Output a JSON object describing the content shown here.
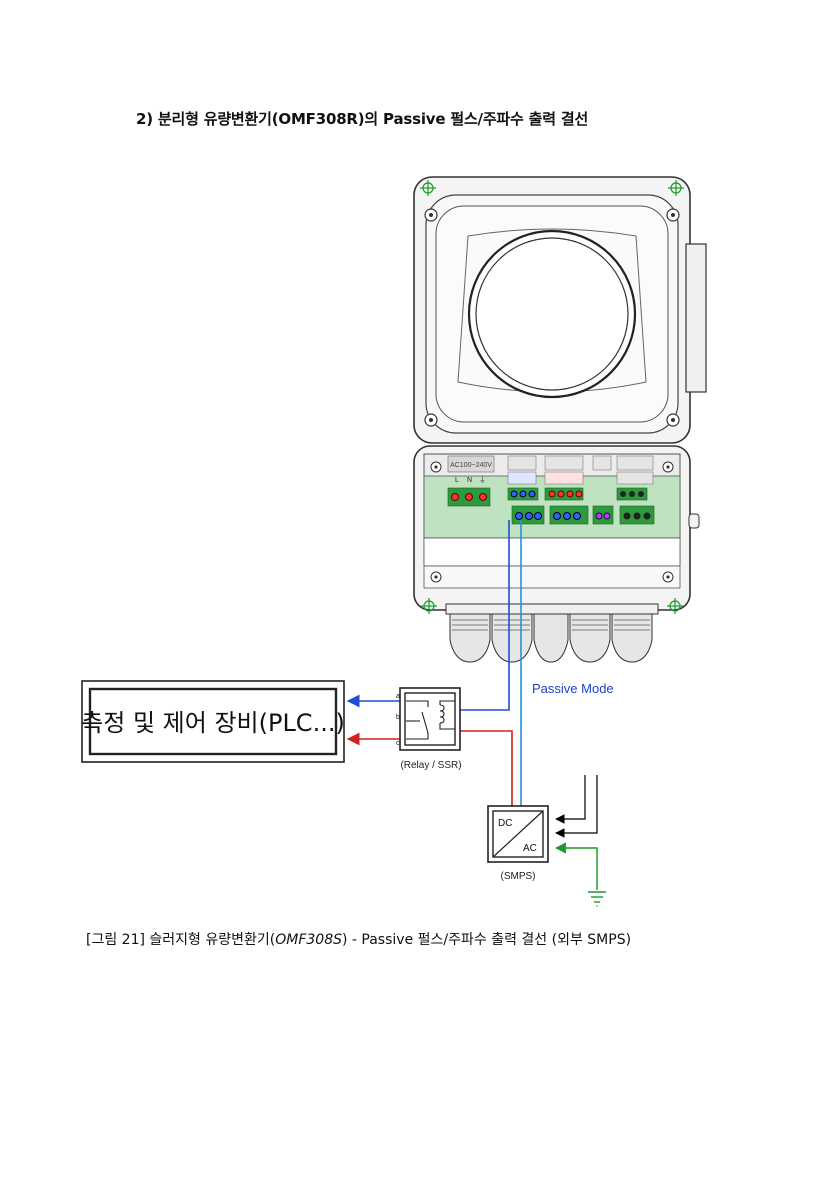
{
  "heading": "2) 분리형 유량변환기(OMF308R)의 Passive 펄스/주파수 출력 결선",
  "caption": {
    "prefix": "[그림 21] 슬러지형 유량변환기(",
    "model": "OMF308S",
    "suffix": ") - Passive 펄스/주파수 출력 결선 (외부 SMPS)"
  },
  "equipment_label": "측정 및 제어 장비(PLC...)",
  "relay": {
    "label": "(Relay / SSR)",
    "pin_a": "a",
    "pin_b": "b",
    "pin_c": "c"
  },
  "smps": {
    "label": "(SMPS)",
    "dc": "DC",
    "ac": "AC"
  },
  "passive_mode_label": "Passive Mode",
  "terminal_power_label": "AC100~240V",
  "terminal_power_pins": [
    "L",
    "N",
    "⏚"
  ],
  "colors": {
    "passive_wire": "#1f4fd6",
    "return_wire": "#d42020",
    "dc_wire": "#2a8fd8",
    "ground_wire": "#1a9a2a",
    "terminal_board": "#bfe2c0",
    "terminal_block": "#2e9a3e",
    "label_blue": "#1f3fc8"
  }
}
